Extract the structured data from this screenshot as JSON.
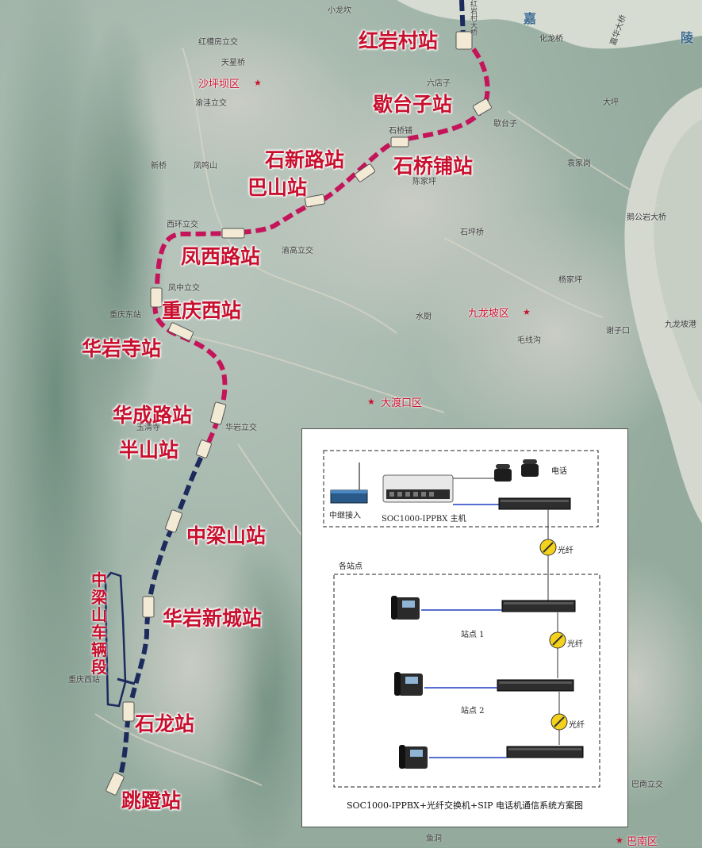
{
  "map": {
    "river_label": "嘉",
    "river_label2": "陵",
    "bridge_label": "嘉华大桥",
    "stations": [
      {
        "name": "红岩村站"
      },
      {
        "name": "歇台子站"
      },
      {
        "name": "石桥铺站"
      },
      {
        "name": "石新路站"
      },
      {
        "name": "巴山站"
      },
      {
        "name": "凤西路站"
      },
      {
        "name": "重庆西站"
      },
      {
        "name": "华岩寺站"
      },
      {
        "name": "华成路站"
      },
      {
        "name": "半山站"
      },
      {
        "name": "中梁山站"
      },
      {
        "name": "华岩新城站"
      },
      {
        "name": "石龙站"
      },
      {
        "name": "跳蹬站"
      }
    ],
    "depot": "中梁山车辆段",
    "districts": [
      {
        "name": "沙坪坝区"
      },
      {
        "name": "九龙坡区"
      },
      {
        "name": "大渡口区"
      },
      {
        "name": "巴南区"
      }
    ],
    "places": [
      "小龙坎",
      "红槽房立交",
      "天星桥",
      "渝洼立交",
      "六店子",
      "歇台子",
      "石桥铺",
      "陈家坪",
      "化龙桥",
      "大坪",
      "袁家岗",
      "石坪桥",
      "鹅公岩大桥",
      "杨家坪",
      "九龙坡港",
      "谢子口",
      "毛线沟",
      "西环立交",
      "渝高立交",
      "凤中立交",
      "重庆东站",
      "水厨",
      "玉清寺",
      "华岩立交",
      "重庆西站",
      "新桥",
      "凤鸣山",
      "巴南立交",
      "鱼洞",
      "红岩村大桥"
    ],
    "line_colors": {
      "active": "#c4145a",
      "future": "#1c2a5c",
      "station_box": "#f2ead4"
    }
  },
  "diagram": {
    "host_label": "SOC1000-IPPBX 主机",
    "trunk_label": "中继接入",
    "phone_label": "电话",
    "sites_label": "各站点",
    "fiber_label": "光纤",
    "site1_label": "站点 1",
    "site2_label": "站点 2",
    "title": "SOC1000-IPPBX+光纤交换机+SIP 电话机通信系统方案图",
    "link_color": "#1f3fbf"
  }
}
